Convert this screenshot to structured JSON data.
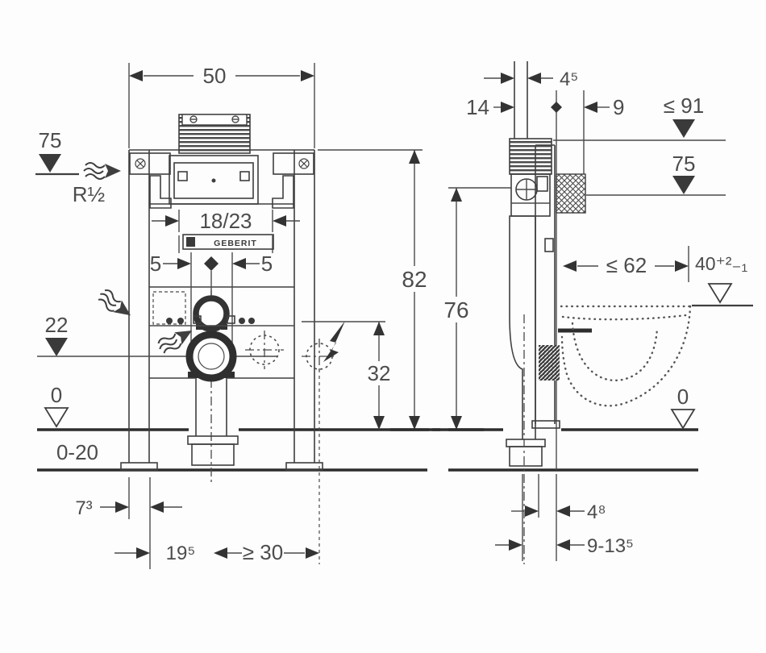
{
  "drawing": {
    "brand_label": "GEBERIT",
    "front_view": {
      "width": "50",
      "supply_height": "75",
      "supply_thread": "R½",
      "flush_pipe": "18/23",
      "offset_left": "5",
      "offset_right": "5",
      "outlet_height": "22",
      "floor_level": "0",
      "floor_buildup": "0-20",
      "frame_height": "82",
      "connection_height": "32",
      "rail_width": "7³",
      "outlet_offset": "19⁵",
      "side_clearance": "≥ 30"
    },
    "side_view": {
      "pipe_spacing": "4⁵",
      "top_depth": "14",
      "wall_offset": "9",
      "max_height": "≤ 91",
      "supply_height": "75",
      "frame_height": "76",
      "bowl_depth": "≤ 62",
      "rim_height": "40⁺²₋₁",
      "floor_level": "0",
      "wall_gap": "4⁸",
      "floor_range": "9-13⁵"
    }
  }
}
